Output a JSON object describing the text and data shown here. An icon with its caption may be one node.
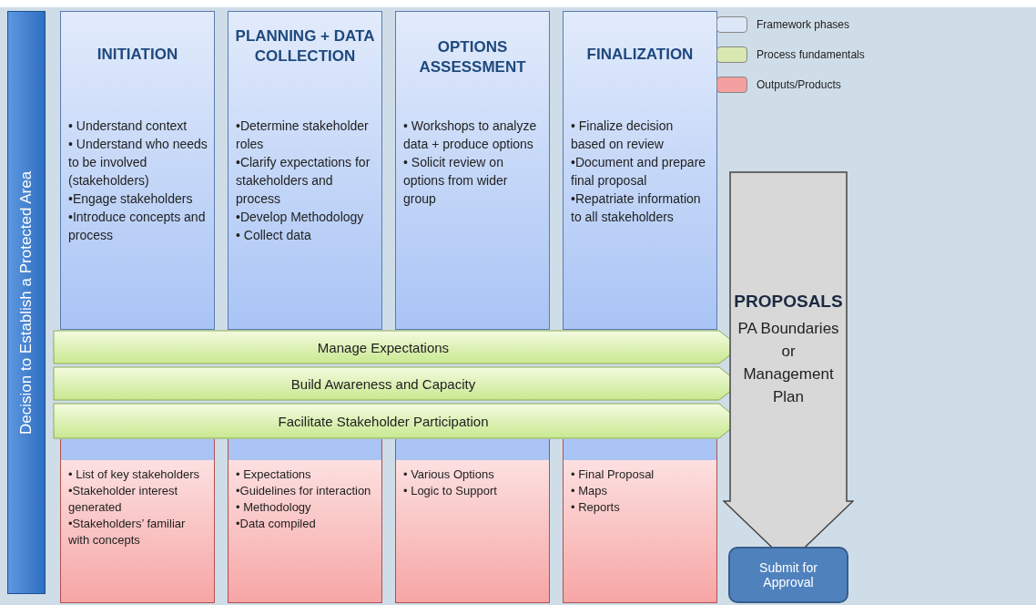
{
  "diagram": {
    "nodes": [
      {
        "text": [
          "Decision to Establish a Protected Area"
        ]
      },
      {
        "text": [
          "INITIATION",
          "• Understand context",
          "• Understand who needs to be involved (stakeholders)",
          "•Engage stakeholders",
          "•Introduce concepts and process"
        ]
      },
      {
        "text": [
          "PLANNING + DATA COLLECTION",
          "•Determine stakeholder roles",
          "•Clarify expectations for stakeholders and process",
          "•Develop Methodology",
          "• Collect data"
        ]
      },
      {
        "text": [
          "OPTIONS ASSESSMENT",
          "• Workshops to analyze data + produce options",
          "• Solicit review on options from wider group"
        ]
      },
      {
        "text": [
          "FINALIZATION",
          "• Finalize decision based on review",
          "•Document and prepare final proposal",
          "•Repatriate information to all stakeholders"
        ]
      },
      {
        "text": [
          "Manage Expectations"
        ]
      },
      {
        "text": [
          "Build Awareness and Capacity"
        ]
      },
      {
        "text": [
          "Facilitate Stakeholder Participation"
        ]
      },
      {
        "text": [
          "• List of key stakeholders",
          "•Stakeholder interest generated",
          "•Stakeholders’ familiar with concepts"
        ]
      },
      {
        "text": [
          "• Expectations",
          "•Guidelines for interaction",
          "• Methodology",
          "•Data compiled"
        ]
      },
      {
        "text": [
          "• Various Options",
          "• Logic to Support"
        ]
      },
      {
        "text": [
          "• Final Proposal",
          "• Maps",
          "• Reports"
        ]
      },
      {
        "text": [
          "PROPOSALS",
          "PA Boundaries or Management Plan"
        ]
      },
      {
        "text": [
          "Submit for Approval"
        ]
      }
    ],
    "legend": [
      {
        "text": "Framework phases",
        "color": "#dce8f8"
      },
      {
        "text": "Process fundamentals",
        "color": "#d8e8b0"
      },
      {
        "text": "Outputs/Products",
        "color": "#f4a0a0"
      }
    ]
  }
}
